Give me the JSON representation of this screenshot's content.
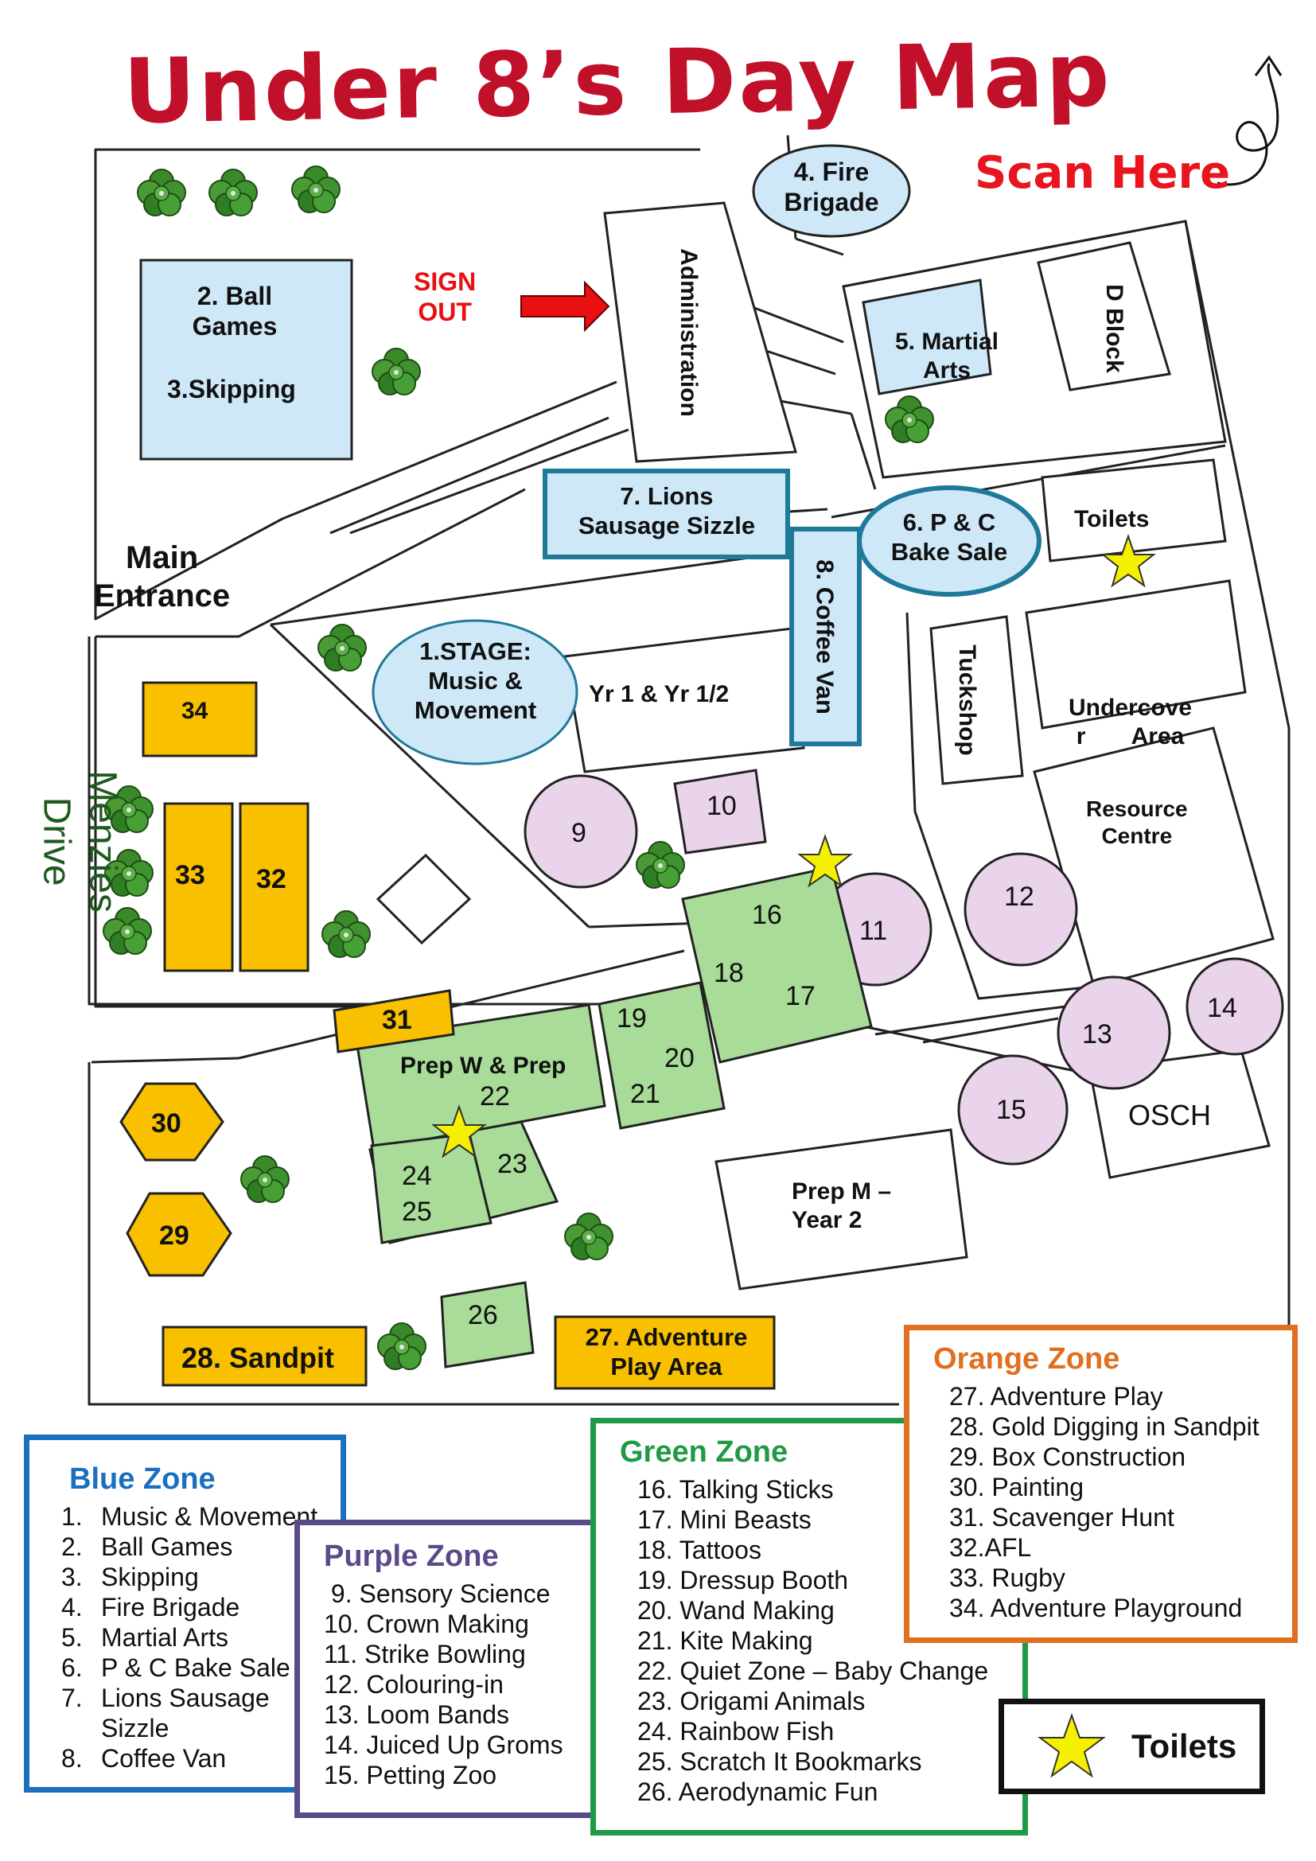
{
  "title": "Under 8’s Day Map",
  "scan_here": "Scan Here",
  "sign_out": [
    "SIGN",
    "OUT"
  ],
  "road_label": "Menzies Drive",
  "main_entrance": [
    "Main",
    "Entrance"
  ],
  "buildings": {
    "administration": "Administration",
    "d_block": "D Block",
    "toilets": "Toilets",
    "undercover": [
      "Undercove",
      "r       Area"
    ],
    "tuckshop": "Tuckshop",
    "resource_centre": [
      "Resource",
      "Centre"
    ],
    "yr1": "Yr 1 & Yr 1/2",
    "osch": "OSCH",
    "prep_m": [
      "Prep M –",
      "Year 2"
    ],
    "prep_w": "Prep W & Prep"
  },
  "blue_spots": {
    "ball_games": [
      "2. Ball",
      "Games",
      "",
      "3.Skipping"
    ],
    "fire_brigade": [
      "4. Fire",
      "Brigade"
    ],
    "martial_arts": [
      "5. Martial",
      "Arts"
    ],
    "lions": [
      "7. Lions",
      "Sausage Sizzle"
    ],
    "bake_sale": [
      "6. P & C",
      "Bake Sale"
    ],
    "coffee_van": "8. Coffee Van",
    "stage": [
      "1.STAGE:",
      "Music &",
      "Movement"
    ]
  },
  "purple_spots": [
    "9",
    "10",
    "11",
    "12",
    "13",
    "14",
    "15"
  ],
  "green_spots": [
    "16",
    "17",
    "18",
    "19",
    "20",
    "21",
    "22",
    "23",
    "24",
    "25",
    "26"
  ],
  "orange_spots": {
    "s34": "34",
    "s33": "33",
    "s32": "32",
    "s31": "31",
    "s30": "30",
    "s29": "29",
    "sandpit": "28. Sandpit",
    "adventure": [
      "27. Adventure",
      "Play Area"
    ]
  },
  "zones": {
    "blue": {
      "title": "Blue Zone",
      "color": "#1a6fc0",
      "items": [
        {
          "num": "1.",
          "text": "Music & Movement"
        },
        {
          "num": "2.",
          "text": "Ball Games"
        },
        {
          "num": "3.",
          "text": "Skipping"
        },
        {
          "num": "4.",
          "text": "Fire Brigade"
        },
        {
          "num": "5.",
          "text": "Martial Arts"
        },
        {
          "num": "6.",
          "text": "P & C Bake Sale"
        },
        {
          "num": "7.",
          "text": "Lions Sausage"
        },
        {
          "num": "",
          "text": "Sizzle"
        },
        {
          "num": "8.",
          "text": "Coffee Van"
        }
      ]
    },
    "purple": {
      "title": "Purple Zone",
      "color": "#5a4a8a",
      "items": [
        " 9. Sensory Science",
        "10. Crown Making",
        "11. Strike Bowling",
        "12. Colouring-in",
        "13. Loom Bands",
        "14. Juiced Up Groms",
        "15. Petting Zoo"
      ]
    },
    "green": {
      "title": "Green Zone",
      "color": "#1f9a45",
      "items": [
        "16. Talking Sticks",
        "17. Mini Beasts",
        "18. Tattoos",
        "19. Dressup Booth",
        "20. Wand Making",
        "21. Kite Making",
        "22. Quiet Zone – Baby Change",
        "23. Origami Animals",
        "24. Rainbow Fish",
        "25. Scratch It Bookmarks",
        "26. Aerodynamic Fun"
      ]
    },
    "orange": {
      "title": "Orange Zone",
      "color": "#e07020",
      "items": [
        "27. Adventure Play",
        "28. Gold Digging in Sandpit",
        "29. Box Construction",
        "30. Painting",
        "31. Scavenger Hunt",
        "32.AFL",
        "33. Rugby",
        "34. Adventure Playground"
      ]
    }
  },
  "legend": {
    "toilets": "Toilets"
  },
  "colors": {
    "title_red": "#c0102a",
    "blue_fill": "#cfe8f8",
    "blue_border": "#1f7a9a",
    "purple_fill": "#ead4ec",
    "green_fill": "#a8dc98",
    "orange_fill": "#f9c000",
    "star": "#f5f000"
  }
}
